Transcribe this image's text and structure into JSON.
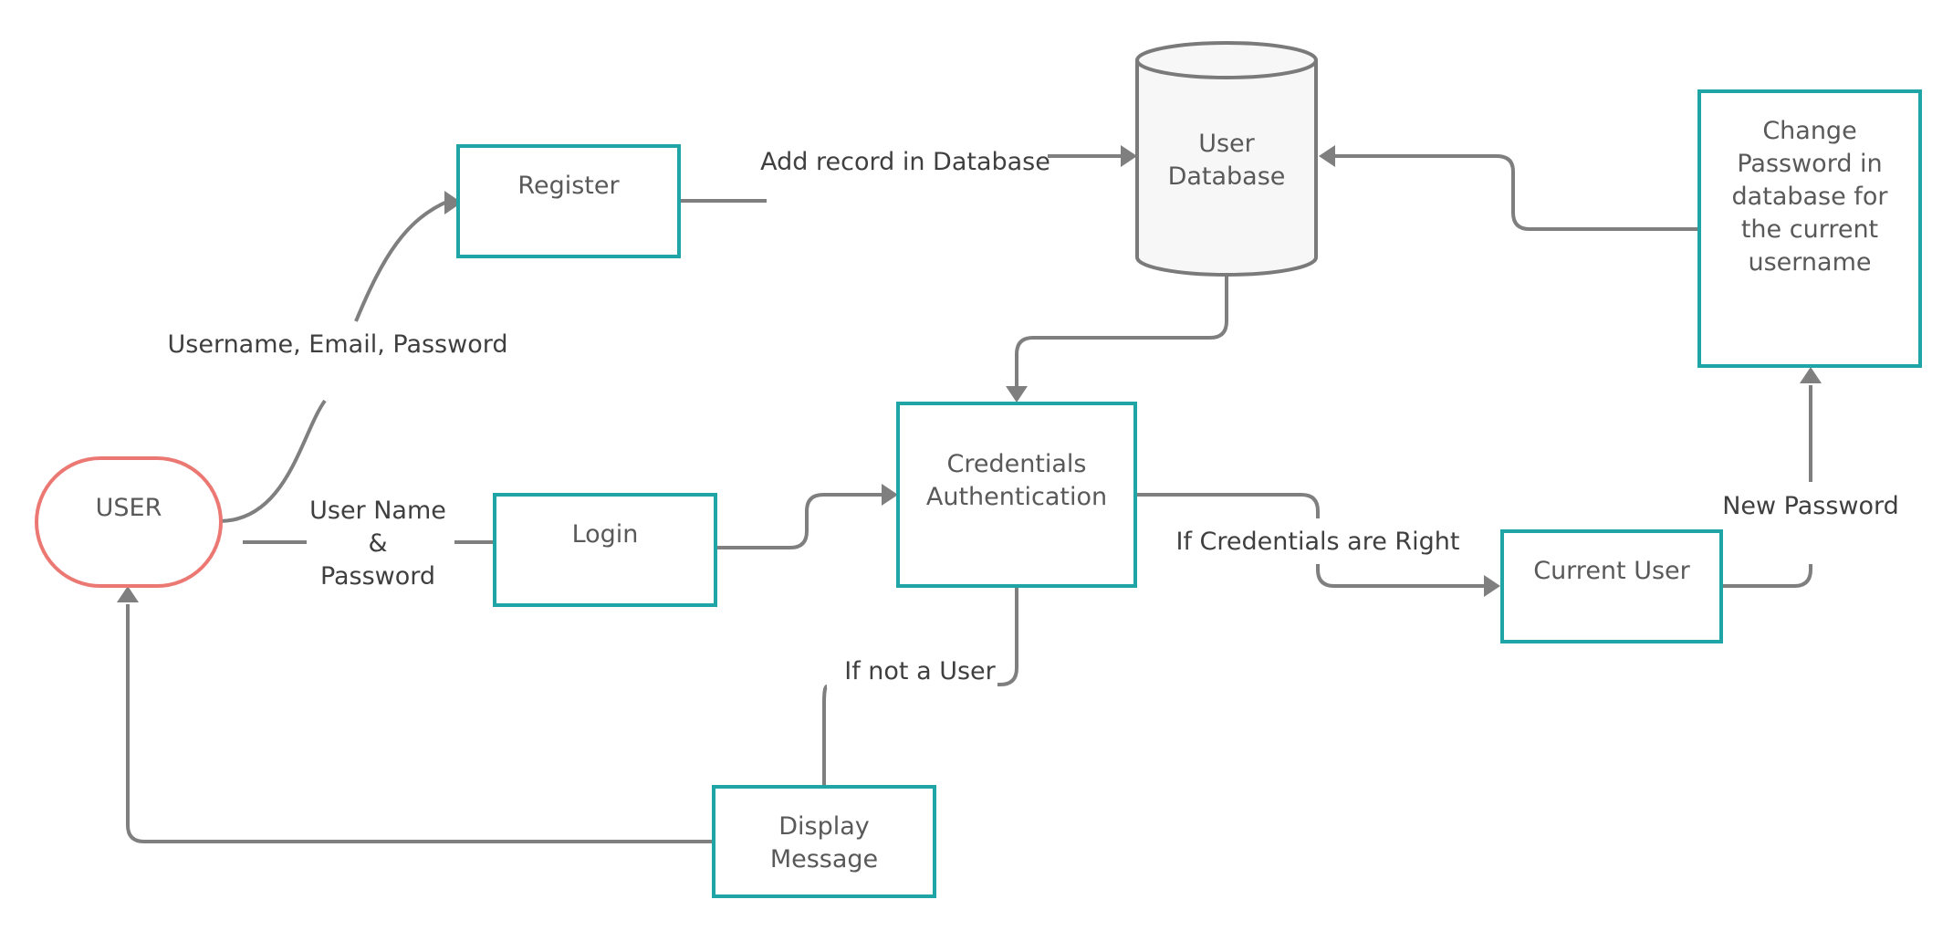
{
  "colors": {
    "process_border": "#1fa5a5",
    "actor_border": "#ec7873",
    "database_fill": "#f7f7f7",
    "database_border": "#7a7a7a",
    "connector": "#7f7f7f"
  },
  "nodes": {
    "user": {
      "label": "USER"
    },
    "register": {
      "label": "Register"
    },
    "login": {
      "label": "Login"
    },
    "database": {
      "label_lines": [
        "User",
        "Database"
      ]
    },
    "credentials": {
      "label_lines": [
        "Credentials",
        "Authentication"
      ]
    },
    "current_user": {
      "label": "Current User"
    },
    "change_password": {
      "label_lines": [
        "Change",
        "Password in",
        "database for",
        "the current",
        "username"
      ]
    },
    "display_message": {
      "label_lines": [
        "Display",
        "Message"
      ]
    }
  },
  "edges": {
    "user_to_register": {
      "label": "Username, Email, Password"
    },
    "user_to_login": {
      "label_lines": [
        "User Name",
        "&",
        "Password"
      ]
    },
    "register_to_database": {
      "label": "Add record in Database"
    },
    "credentials_to_current_user": {
      "label": "If Credentials are Right"
    },
    "credentials_to_display": {
      "label": "If not a User"
    },
    "current_user_to_change": {
      "label": "New Password"
    }
  }
}
